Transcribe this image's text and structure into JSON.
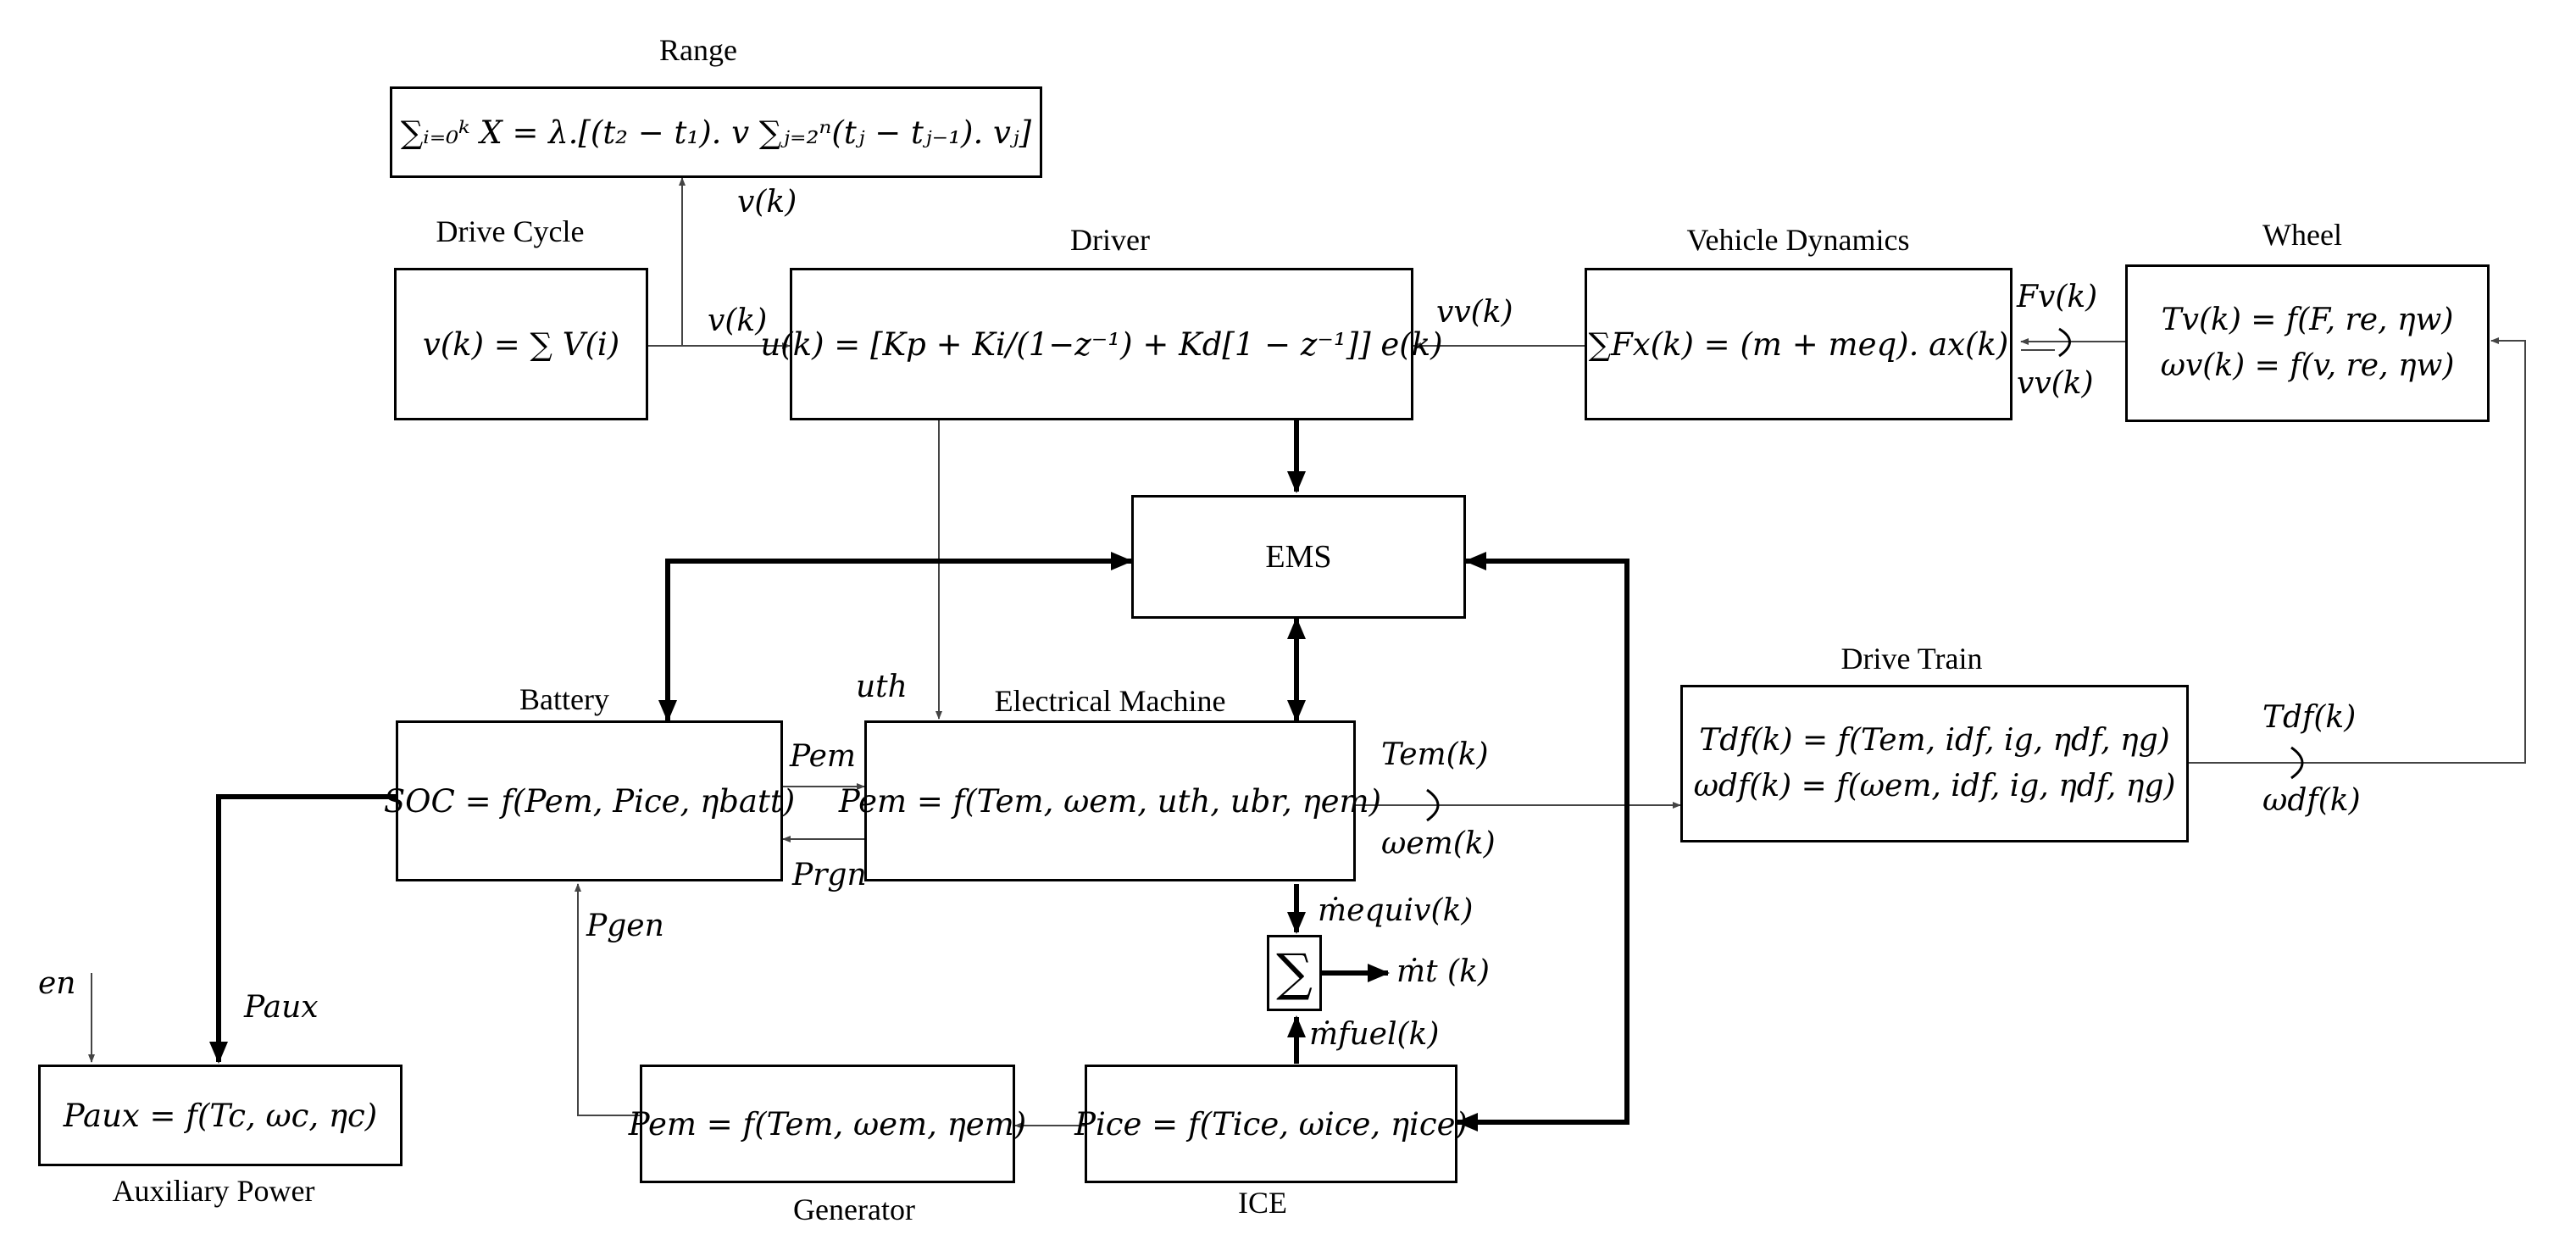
{
  "titles": {
    "range": "Range",
    "drive_cycle": "Drive Cycle",
    "driver": "Driver",
    "vehicle_dynamics": "Vehicle Dynamics",
    "wheel": "Wheel",
    "battery": "Battery",
    "electrical_machine": "Electrical Machine",
    "drive_train": "Drive Train",
    "auxiliary_power": "Auxiliary Power",
    "generator": "Generator",
    "ice": "ICE"
  },
  "equations": {
    "range": "∑ᵢ₌₀ᵏ X = λ.[(t₂ − t₁). v ∑ⱼ₌₂ⁿ(tⱼ − tⱼ₋₁). vⱼ]",
    "drive_cycle": "v(k) = ∑ V(i)",
    "driver": "u(k) = [Kp + Ki/(1−z⁻¹) + Kd[1 − z⁻¹]] e(k)",
    "vehicle_dynamics": "∑Fx(k) = (m + meq). ax(k)",
    "wheel_1": "Tv(k) = f(F, re, ηw)",
    "wheel_2": "ωv(k) = f(v, re, ηw)",
    "ems": "EMS",
    "battery": "SOC = f(Pem, Pice, ηbatt)",
    "electrical_machine": "Pem = f(Tem, ωem, uth, ubr, ηem)",
    "drive_train_1": "Tdf(k) = f(Tem, idf, ig, ηdf, ηg)",
    "drive_train_2": "ωdf(k) = f(ωem, idf, ig, ηdf, ηg)",
    "auxiliary": "Paux = f(Tc, ωc, ηc)",
    "generator": "Pem = f(Tem, ωem, ηem)",
    "ice": "Pice = f(Tice, ωice, ηice)",
    "sum": "∑"
  },
  "signals": {
    "v_range": "v(k)",
    "v_driver": "v(k)",
    "vv_driver": "vv(k)",
    "fv": "Fv(k)",
    "vv_wheel": "vv(k)",
    "uth": "uth",
    "pem": "Pem",
    "prgn": "Prgn",
    "tem": "Tem(k)",
    "wem": "ωem(k)",
    "tdf": "Tdf(k)",
    "wdf": "ωdf(k)",
    "pgen": "Pgen",
    "mequiv": "ṁequiv(k)",
    "mt": "ṁt (k)",
    "mfuel": "ṁfuel(k)",
    "en": "en",
    "paux": "Paux"
  }
}
